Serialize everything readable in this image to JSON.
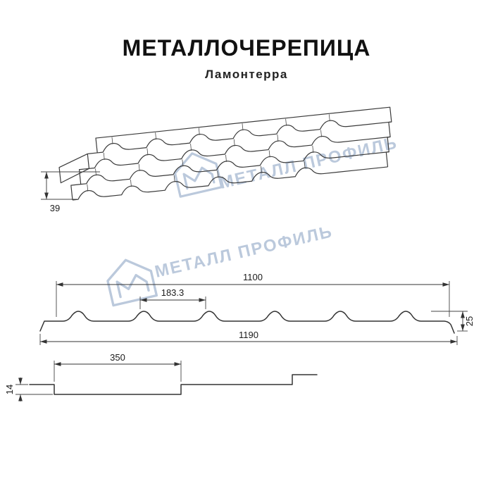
{
  "header": {
    "title": "МЕТАЛЛОЧЕРЕПИЦА",
    "subtitle": "Ламонтерра"
  },
  "watermark": {
    "text": "МЕТАЛЛ ПРОФИЛЬ",
    "color": "#b4c3d8"
  },
  "drawings": {
    "perspective_view": {
      "height_label": "39"
    },
    "cross_section": {
      "cover_width_label": "1100",
      "wave_pitch_label": "183.3",
      "profile_height_label": "25",
      "overall_width_label": "1190"
    },
    "longitudinal_section": {
      "module_length_label": "350",
      "step_height_label": "14"
    }
  }
}
